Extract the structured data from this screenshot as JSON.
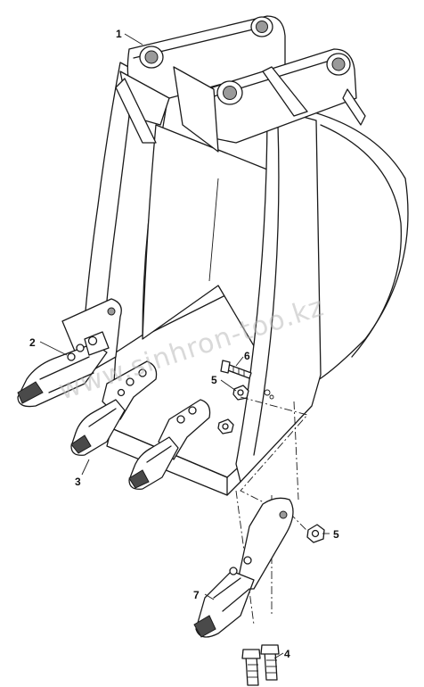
{
  "watermark": "www.sinhron-too.kz",
  "callouts": [
    {
      "id": "1",
      "label": "1"
    },
    {
      "id": "2",
      "label": "2"
    },
    {
      "id": "3",
      "label": "3"
    },
    {
      "id": "4",
      "label": "4"
    },
    {
      "id": "5a",
      "label": "5"
    },
    {
      "id": "5b",
      "label": "5"
    },
    {
      "id": "6",
      "label": "6"
    },
    {
      "id": "7",
      "label": "7"
    }
  ]
}
